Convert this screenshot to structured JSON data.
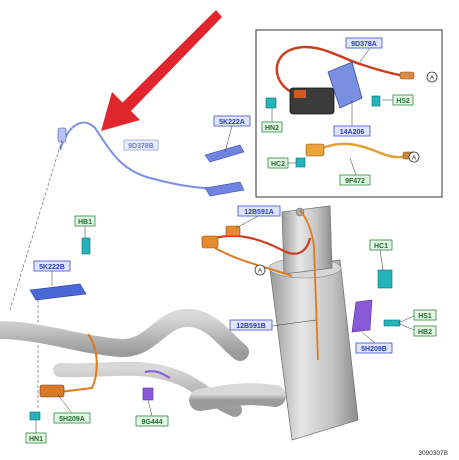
{
  "labels": {
    "l_9D378A": "9D378A",
    "l_HS2": "HS2",
    "l_HN2": "HN2",
    "l_14A206": "14A206",
    "l_HC2": "HC2",
    "l_9F472": "9F472",
    "l_5K222A": "5K222A",
    "l_9D378B": "9D378B",
    "l_HB1": "HB1",
    "l_5K222B": "5K222B",
    "l_12B591A": "12B591A",
    "l_HC1": "HC1",
    "l_12B591B": "12B591B",
    "l_HS1": "HS1",
    "l_HB2": "HB2",
    "l_5H209B": "5H209B",
    "l_5H209A": "5H209A",
    "l_9G444": "9G444",
    "l_HN1": "HN1"
  },
  "connector_refs": {
    "a1": "A",
    "a2": "A",
    "a3": "A"
  },
  "figure_code": "3090307B",
  "colors": {
    "arrow": "#e0262c",
    "blue_label": "#2b3fb3",
    "green_label": "#1f6e2f",
    "orange_wire": "#e07a1f",
    "red_wire": "#c8401f",
    "teal_part": "#23b3b8",
    "purple_part": "#8a5ad6"
  }
}
